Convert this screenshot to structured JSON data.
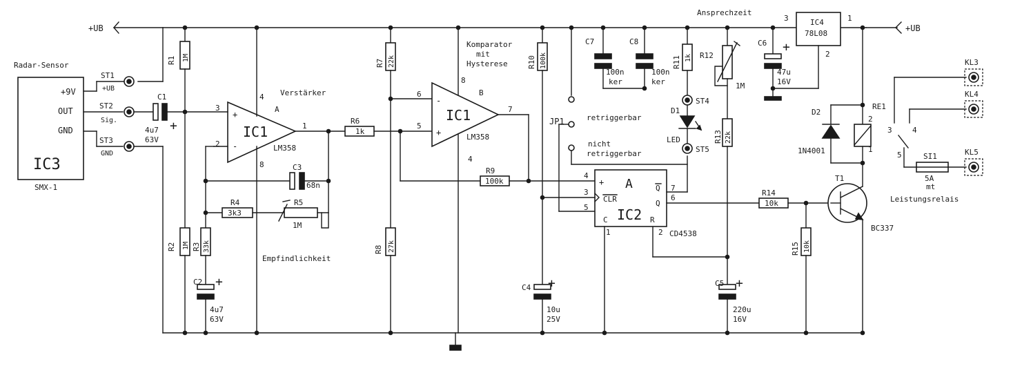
{
  "supply": {
    "vcc_left": "+UB",
    "vcc_right": "+UB"
  },
  "sensor": {
    "caption": "Radar-Sensor",
    "name": "IC3",
    "type": "SMX-1",
    "pins": [
      "+9V",
      "OUT",
      "GND"
    ]
  },
  "terminals": {
    "st1": "ST1",
    "st1_sub": "+UB",
    "st2": "ST2",
    "st2_sub": "Sig.",
    "st3": "ST3",
    "st3_sub": "GND",
    "st4": "ST4",
    "st5": "ST5",
    "kl3": "KL3",
    "kl4": "KL4",
    "kl5": "KL5"
  },
  "ic1a": {
    "name": "IC1",
    "type": "LM358",
    "unit": "A",
    "pin_in_p": "3",
    "pin_in_n": "2",
    "pin_out": "1",
    "pin_vcc": "4",
    "pin_gnd": "8",
    "caption": "Verstärker"
  },
  "ic1b": {
    "name": "IC1",
    "type": "LM358",
    "unit": "B",
    "pin_in_n": "6",
    "pin_in_p": "5",
    "pin_out": "7",
    "pin_vcc": "8",
    "pin_gnd": "4",
    "caption_1": "Komparator",
    "caption_2": "mit",
    "caption_3": "Hysterese"
  },
  "ic2": {
    "name": "IC2",
    "type": "CD4538",
    "unit": "A",
    "plus": "+",
    "clr": "CLR",
    "pin_c": "C",
    "pin_r": "R",
    "q": "Q",
    "qbar": "Q",
    "pin_4": "4",
    "pin_3": "3",
    "pin_5": "5",
    "pin_7": "7",
    "pin_6": "6",
    "pin_1": "1",
    "pin_2": "2"
  },
  "ic4": {
    "name": "IC4",
    "type": "78L08",
    "pin_in": "3",
    "pin_out": "1",
    "pin_gnd": "2"
  },
  "resistors": {
    "r1": {
      "name": "R1",
      "value": "1M"
    },
    "r2": {
      "name": "R2",
      "value": "1M"
    },
    "r3": {
      "name": "R3",
      "value": "33k"
    },
    "r4": {
      "name": "R4",
      "value": "3k3"
    },
    "r5": {
      "name": "R5",
      "value": "1M"
    },
    "r6": {
      "name": "R6",
      "value": "1k"
    },
    "r7": {
      "name": "R7",
      "value": "22k"
    },
    "r8": {
      "name": "R8",
      "value": "27k"
    },
    "r9": {
      "name": "R9",
      "value": "100k"
    },
    "r10": {
      "name": "R10",
      "value": "100k"
    },
    "r11": {
      "name": "R11",
      "value": "1k"
    },
    "r12": {
      "name": "R12",
      "value": "1M"
    },
    "r13": {
      "name": "R13",
      "value": "22k"
    },
    "r14": {
      "name": "R14",
      "value": "10k"
    },
    "r15": {
      "name": "R15",
      "value": "10k"
    }
  },
  "capacitors": {
    "c1": {
      "name": "C1",
      "value": "4u7",
      "voltage": "63V"
    },
    "c2": {
      "name": "C2",
      "value": "4u7",
      "voltage": "63V"
    },
    "c3": {
      "name": "C3",
      "value": "68n"
    },
    "c4": {
      "name": "C4",
      "value": "10u",
      "voltage": "25V"
    },
    "c5": {
      "name": "C5",
      "value": "220u",
      "voltage": "16V"
    },
    "c6": {
      "name": "C6",
      "value": "47u",
      "voltage": "16V"
    },
    "c7": {
      "name": "C7",
      "value": "100n",
      "type": "ker"
    },
    "c8": {
      "name": "C8",
      "value": "100n",
      "type": "ker"
    }
  },
  "captions": {
    "sensitivity": "Empfindlichkeit",
    "response_time": "Ansprechzeit",
    "retrig": "retriggerbar",
    "non_retrig_1": "nicht",
    "non_retrig_2": "retriggerbar",
    "power_relay": "Leistungsrelais"
  },
  "jumper": {
    "name": "JP1"
  },
  "led": {
    "name": "D1",
    "type": "LED"
  },
  "diode": {
    "name": "D2",
    "type": "1N4001"
  },
  "transistor": {
    "name": "T1",
    "type": "BC337"
  },
  "relay": {
    "name": "RE1",
    "pin_2": "2",
    "pin_1": "1",
    "pin_3": "3",
    "pin_4": "4",
    "pin_5": "5"
  },
  "fuse": {
    "name": "SI1",
    "value": "5A",
    "type": "mt"
  },
  "common_plus": "+"
}
